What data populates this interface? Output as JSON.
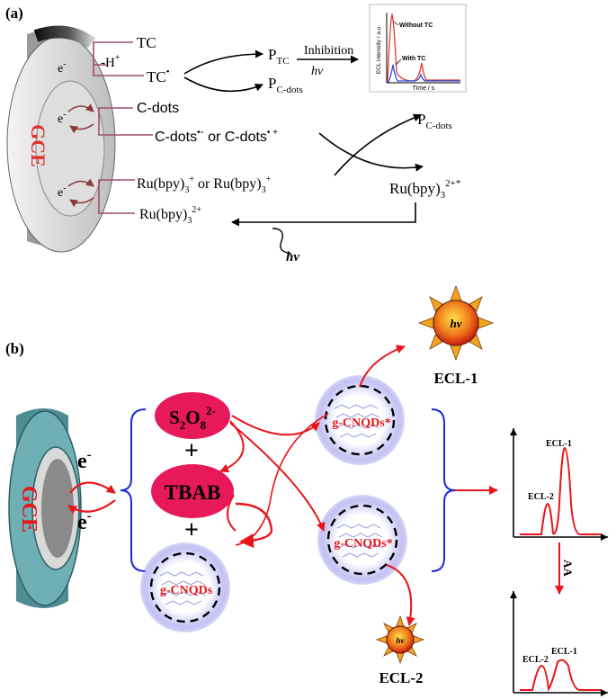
{
  "panel_a": {
    "label": "(a)",
    "electrode": "GCE",
    "electron": "e",
    "electron_sup": "-",
    "tc": "TC",
    "minus_h": "-H",
    "plus_sup": "+",
    "tc_radical": "TC",
    "dot": "•",
    "p": "P",
    "p_tc_sub": "TC",
    "inhibition": "Inhibition",
    "hv": "hv",
    "p_cdots_sub": "C-dots",
    "cdots": "C-dots",
    "cdots_radicals": "C-dots",
    "cdots_radicals_sup1": "•",
    "cdots_radicals_minus": "-",
    "or": "or",
    "cdots_radicals_sup2": "• +",
    "ru_plus": "Ru(bpy)",
    "ru_sub": "3",
    "ru_sup": "+",
    "ru_excited_sup": "2+*",
    "ru_2plus_sup": "2+",
    "inset": {
      "ylabel": "ECL intensity / a.u.",
      "xlabel": "Time / s",
      "without": "Without TC",
      "with": "With TC"
    }
  },
  "panel_b": {
    "label": "(b)",
    "electrode": "GCE",
    "electron": "e",
    "electron_sup": "-",
    "s2o8": "S",
    "s2o8_sub1": "2",
    "s2o8_o": "O",
    "s2o8_sub2": "8",
    "s2o8_sup": "2-",
    "plus": "+",
    "tbab": "TBAB",
    "gcnqds": "g-CNQDs",
    "gcnqds_excited": "g-CNQDs*",
    "hv": "hv",
    "ecl1": "ECL-1",
    "ecl2": "ECL-2",
    "aa": "AA"
  },
  "colors": {
    "arrow_a": "#000000",
    "bracket_a": "#a05060",
    "red": "#e8151b",
    "pink": "#e8195a",
    "blue_bracket": "#1a2bd6",
    "teal": "#5ea7ad",
    "glow": "#8a86e6"
  }
}
